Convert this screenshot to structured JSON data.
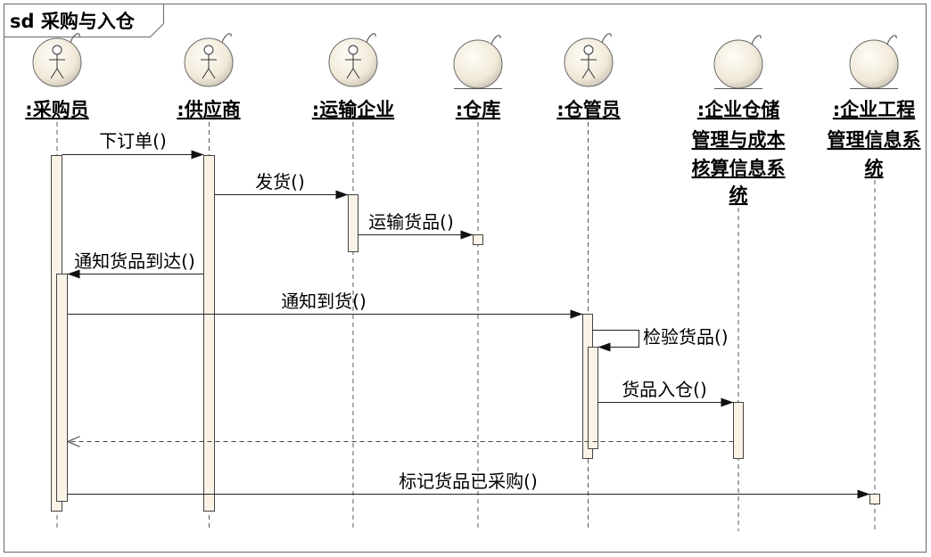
{
  "frame": {
    "title": "sd 采购与入仓"
  },
  "colors": {
    "activation_fill": "#fbf3e6",
    "icon_fill": "#f1e9d8",
    "icon_edge": "#c9c2b4"
  },
  "lifelines": [
    {
      "label_lines": [
        ":采购员"
      ],
      "icon": "actor-icon"
    },
    {
      "label_lines": [
        ":供应商"
      ],
      "icon": "actor-icon"
    },
    {
      "label_lines": [
        ":运输企业"
      ],
      "icon": "actor-icon"
    },
    {
      "label_lines": [
        ":仓库"
      ],
      "icon": "entity-icon"
    },
    {
      "label_lines": [
        ":仓管员"
      ],
      "icon": "actor-icon"
    },
    {
      "label_lines": [
        ":企业仓储",
        "管理与成本",
        "核算信息系",
        "统"
      ],
      "icon": "entity-icon"
    },
    {
      "label_lines": [
        ":企业工程",
        "管理信息系",
        "统"
      ],
      "icon": "entity-icon"
    }
  ],
  "messages": [
    {
      "label": "下订单()",
      "from": 0,
      "to": 1
    },
    {
      "label": "发货()",
      "from": 1,
      "to": 2
    },
    {
      "label": "运输货品()",
      "from": 2,
      "to": 3
    },
    {
      "label": "通知货品到达()",
      "from": 1,
      "to": 0
    },
    {
      "label": "通知到货()",
      "from": 0,
      "to": 4
    },
    {
      "label": "检验货品()",
      "from": 4,
      "to": 4
    },
    {
      "label": "货品入仓()",
      "from": 4,
      "to": 5
    },
    {
      "from": 5,
      "to": 0,
      "return": true
    },
    {
      "label": "标记货品已采购()",
      "from": 0,
      "to": 6
    }
  ]
}
